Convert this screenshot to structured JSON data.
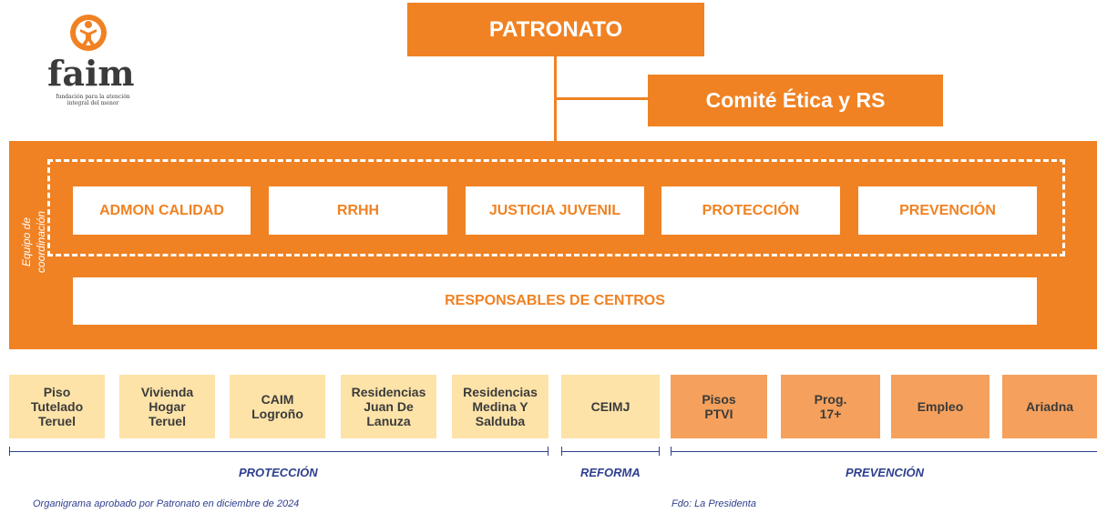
{
  "logo": {
    "brand": "faim",
    "tagline_line1": "fundación para la atención",
    "tagline_line2": "integral del menor",
    "icon": "child-figure-icon",
    "color": "#f08223"
  },
  "top": {
    "patronato": "PATRONATO",
    "comite": "Comité Ética y RS"
  },
  "coordination": {
    "label": "Equipo de coordinación",
    "departments": [
      "ADMON CALIDAD",
      "RRHH",
      "JUSTICIA JUVENIL",
      "PROTECCIÓN",
      "PREVENCIÓN"
    ],
    "responsables": "RESPONSABLES DE CENTROS"
  },
  "centers": [
    {
      "label": "Piso\nTutelado\nTeruel"
    },
    {
      "label": "Vivienda\nHogar\nTeruel"
    },
    {
      "label": "CAIM\nLogroño"
    },
    {
      "label": "Residencias\nJuan De\nLanuza"
    },
    {
      "label": "Residencias\nMedina Y\nSalduba"
    },
    {
      "label": "CEIMJ"
    },
    {
      "label": "Pisos\nPTVI"
    },
    {
      "label": "Prog.\n17+"
    },
    {
      "label": "Empleo"
    },
    {
      "label": "Ariadna"
    }
  ],
  "sections": {
    "proteccion": "PROTECCIÓN",
    "reforma": "REFORMA",
    "prevencion": "PREVENCIÓN"
  },
  "footer": {
    "left": "Organigrama aprobado por Patronato en diciembre de 2024",
    "right": "Fdo: La Presidenta"
  },
  "colors": {
    "orange": "#f08223",
    "light_center": "#fde3a8",
    "dark_center": "#f5a05c",
    "navy": "#2e3f8f"
  }
}
